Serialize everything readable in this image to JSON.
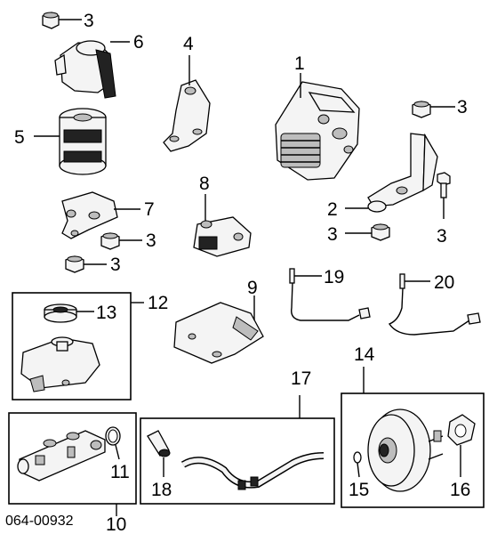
{
  "diagram_code": "064-00932",
  "callouts": {
    "c1": "1",
    "c2": "2",
    "c3a": "3",
    "c3b": "3",
    "c3c": "3",
    "c3d": "3",
    "c3e": "3",
    "c3f": "3",
    "c4": "4",
    "c5": "5",
    "c6": "6",
    "c7": "7",
    "c8": "8",
    "c9": "9",
    "c10": "10",
    "c11": "11",
    "c12": "12",
    "c13": "13",
    "c14": "14",
    "c15": "15",
    "c16": "16",
    "c17": "17",
    "c18": "18",
    "c19": "19",
    "c20": "20"
  }
}
